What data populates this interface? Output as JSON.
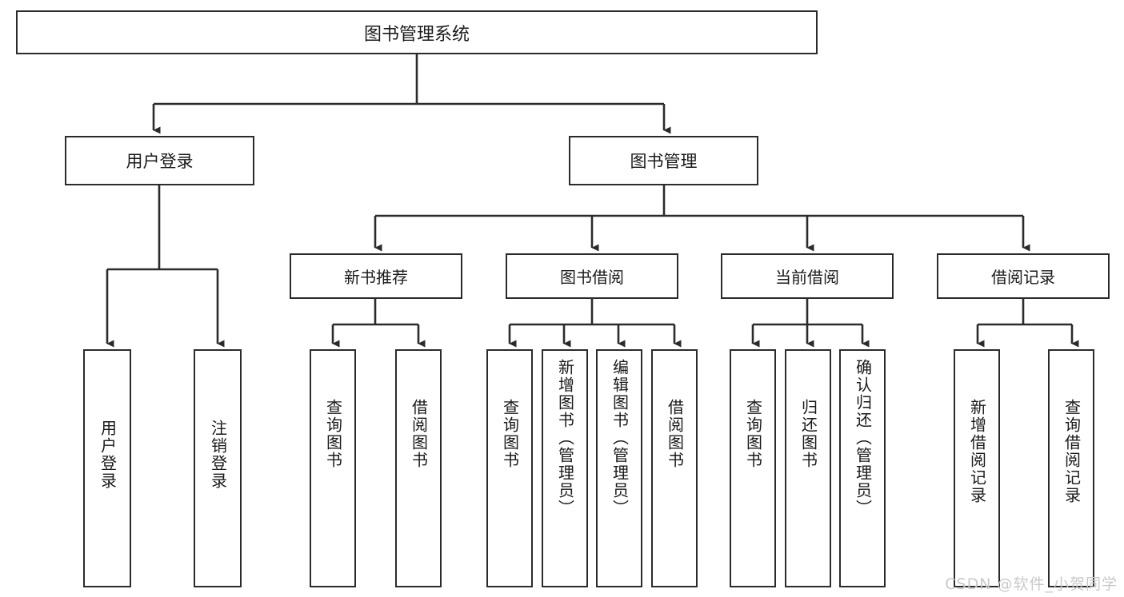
{
  "diagram": {
    "title": "图书管理系统",
    "type": "功能结构图",
    "root": {
      "id": "root",
      "label": "图书管理系统"
    },
    "level1": [
      {
        "id": "user-login",
        "label": "用户登录"
      },
      {
        "id": "book-manage",
        "label": "图书管理"
      }
    ],
    "level2": [
      {
        "id": "new-book-rec",
        "label": "新书推荐",
        "parent": "book-manage"
      },
      {
        "id": "book-borrow",
        "label": "图书借阅",
        "parent": "book-manage"
      },
      {
        "id": "current-borrow",
        "label": "当前借阅",
        "parent": "book-manage"
      },
      {
        "id": "borrow-record",
        "label": "借阅记录",
        "parent": "book-manage"
      }
    ],
    "leaves": [
      {
        "id": "leaf-user-login",
        "label": "用户登录",
        "parent": "user-login"
      },
      {
        "id": "leaf-logout",
        "label": "注销登录",
        "parent": "user-login"
      },
      {
        "id": "leaf-query-book-1",
        "label": "查询图书",
        "parent": "new-book-rec"
      },
      {
        "id": "leaf-borrow-book-1",
        "label": "借阅图书",
        "parent": "new-book-rec"
      },
      {
        "id": "leaf-query-book-2",
        "label": "查询图书",
        "parent": "book-borrow"
      },
      {
        "id": "leaf-add-book",
        "label": "新增图书（管理员）",
        "parent": "book-borrow"
      },
      {
        "id": "leaf-edit-book",
        "label": "编辑图书（管理员）",
        "parent": "book-borrow"
      },
      {
        "id": "leaf-borrow-book-2",
        "label": "借阅图书",
        "parent": "book-borrow"
      },
      {
        "id": "leaf-query-book-3",
        "label": "查询图书",
        "parent": "current-borrow"
      },
      {
        "id": "leaf-return-book",
        "label": "归还图书",
        "parent": "current-borrow"
      },
      {
        "id": "leaf-confirm-return",
        "label": "确认归还（管理员）",
        "parent": "current-borrow"
      },
      {
        "id": "leaf-add-record",
        "label": "新增借阅记录",
        "parent": "borrow-record"
      },
      {
        "id": "leaf-query-record",
        "label": "查询借阅记录",
        "parent": "borrow-record"
      }
    ],
    "colors": {
      "box_border": "#2b2b2b",
      "box_fill": "#ffffff",
      "connector": "#2b2b2b",
      "text": "#1a1a1a",
      "watermark": "#c9c9c9",
      "background": "#ffffff"
    }
  },
  "watermark": {
    "text": "CSDN @软件_小贺同学"
  }
}
